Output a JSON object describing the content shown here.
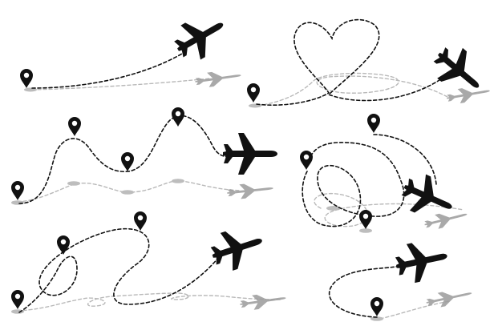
{
  "scene": {
    "background_color": "#ffffff",
    "route_color": "#111111",
    "shadow_color": "#9a9a9a",
    "icon_set": [
      "airplane-icon",
      "location-pin-icon",
      "dashed-flight-route",
      "heart-shaped-route",
      "loop-route"
    ]
  }
}
